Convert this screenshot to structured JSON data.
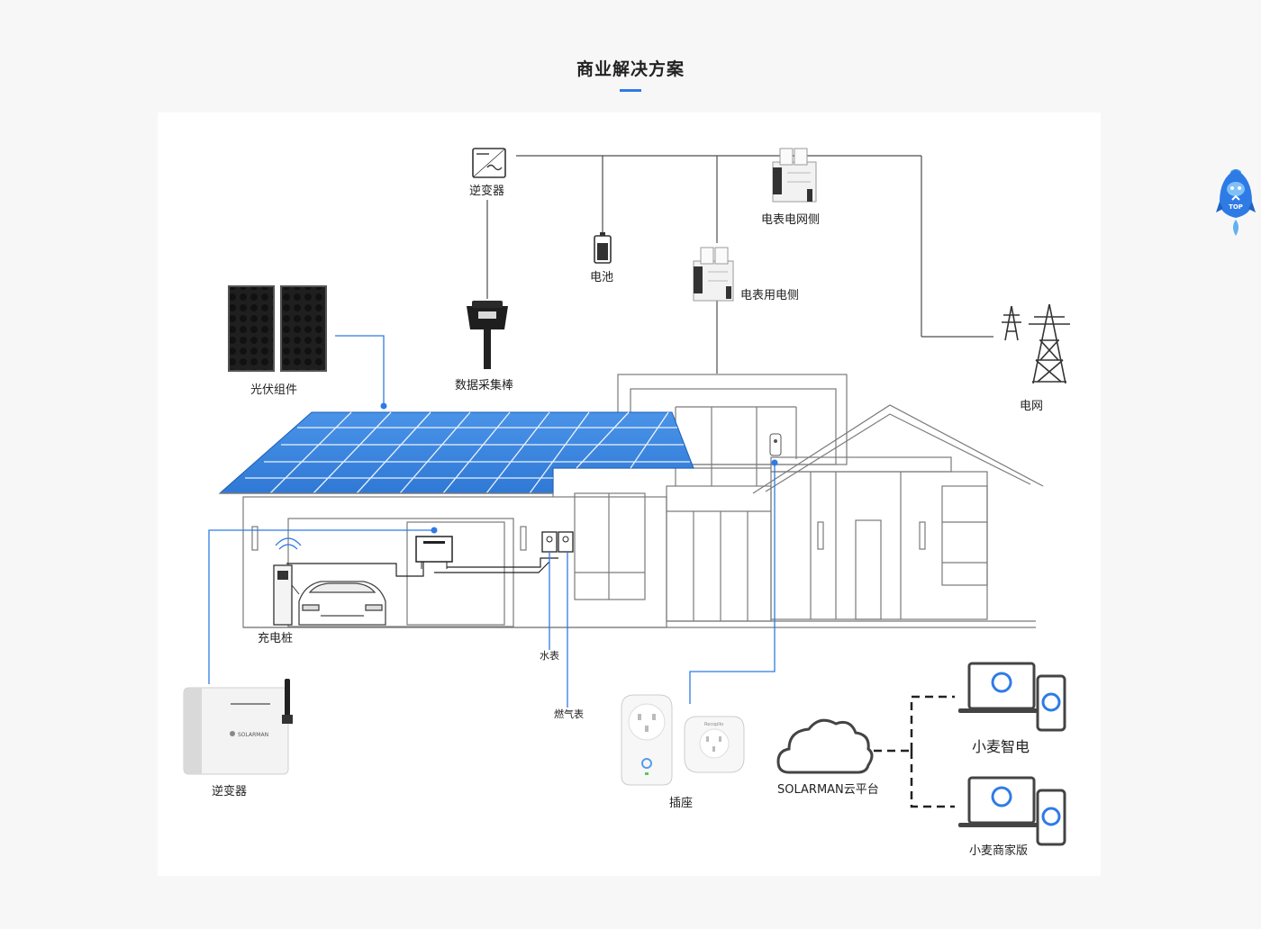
{
  "header": {
    "title": "商业解决方案"
  },
  "diagram": {
    "labels": {
      "inverter_top": "逆变器",
      "battery": "电池",
      "meter_grid": "电表电网侧",
      "meter_use": "电表用电侧",
      "pv_module": "光伏组件",
      "data_stick": "数据采集棒",
      "grid": "电网",
      "charger": "充电桩",
      "water_meter": "水表",
      "gas_meter": "燃气表",
      "inverter_bottom": "逆变器",
      "socket": "插座",
      "cloud": "SOLARMAN云平台",
      "app_1": "小麦智电",
      "app_2": "小麦商家版"
    },
    "device_text": {
      "logger_brand": "SOLARMAN",
      "socket_brand": "Recopllo"
    }
  },
  "top_button": {
    "label": "TOP"
  },
  "colors": {
    "accent": "#2e7be6",
    "panel_blue": "#3b86e0",
    "line": "#4d4d4d"
  }
}
